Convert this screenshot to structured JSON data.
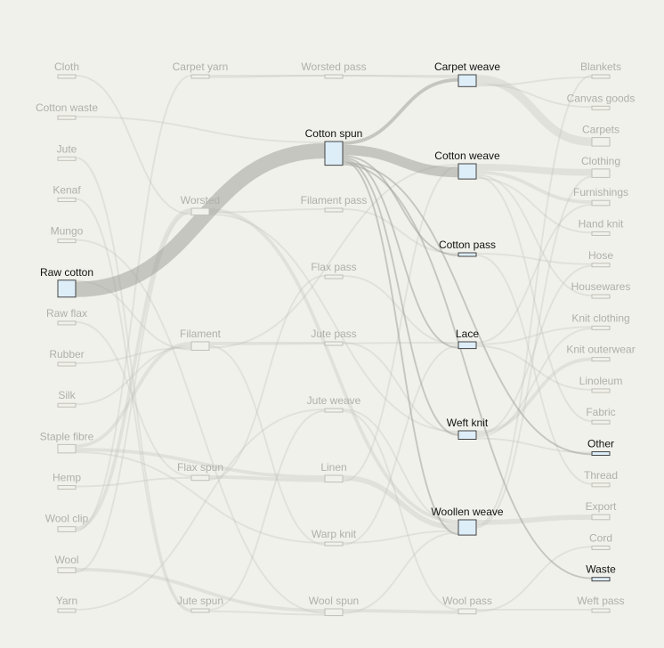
{
  "colors": {
    "background": "#f1f1eb",
    "link": "#c3c3bd",
    "link_highlight": "#a3a39d",
    "node_fill": "#ddeef9",
    "node_stroke": "#444444",
    "node_fill_dim": "#f1f1eb",
    "node_stroke_dim": "#c0c0b8",
    "label": "#111111",
    "label_dim": "#b0b0aa"
  },
  "nodes": [
    {
      "id": "cloth",
      "label": "Cloth",
      "col": 0,
      "highlight": false
    },
    {
      "id": "cotton_waste",
      "label": "Cotton waste",
      "col": 0,
      "highlight": false
    },
    {
      "id": "jute",
      "label": "Jute",
      "col": 0,
      "highlight": false
    },
    {
      "id": "kenaf",
      "label": "Kenaf",
      "col": 0,
      "highlight": false
    },
    {
      "id": "mungo",
      "label": "Mungo",
      "col": 0,
      "highlight": false
    },
    {
      "id": "raw_cotton",
      "label": "Raw cotton",
      "col": 0,
      "highlight": true
    },
    {
      "id": "raw_flax",
      "label": "Raw flax",
      "col": 0,
      "highlight": false
    },
    {
      "id": "rubber",
      "label": "Rubber",
      "col": 0,
      "highlight": false
    },
    {
      "id": "silk",
      "label": "Silk",
      "col": 0,
      "highlight": false
    },
    {
      "id": "staple_fibre",
      "label": "Staple fibre",
      "col": 0,
      "highlight": false
    },
    {
      "id": "hemp",
      "label": "Hemp",
      "col": 0,
      "highlight": false
    },
    {
      "id": "wool_clip",
      "label": "Wool clip",
      "col": 0,
      "highlight": false
    },
    {
      "id": "wool",
      "label": "Wool",
      "col": 0,
      "highlight": false
    },
    {
      "id": "yarn",
      "label": "Yarn",
      "col": 0,
      "highlight": false
    },
    {
      "id": "carpet_yarn",
      "label": "Carpet yarn",
      "col": 1,
      "highlight": false
    },
    {
      "id": "worsted",
      "label": "Worsted",
      "col": 1,
      "highlight": false
    },
    {
      "id": "filament",
      "label": "Filament",
      "col": 1,
      "highlight": false
    },
    {
      "id": "flax_spun",
      "label": "Flax spun",
      "col": 1,
      "highlight": false
    },
    {
      "id": "jute_spun",
      "label": "Jute spun",
      "col": 1,
      "highlight": false
    },
    {
      "id": "worsted_pass",
      "label": "Worsted pass",
      "col": 2,
      "highlight": false
    },
    {
      "id": "cotton_spun",
      "label": "Cotton spun",
      "col": 2,
      "highlight": true
    },
    {
      "id": "filament_pass",
      "label": "Filament pass",
      "col": 2,
      "highlight": false
    },
    {
      "id": "flax_pass",
      "label": "Flax pass",
      "col": 2,
      "highlight": false
    },
    {
      "id": "jute_pass",
      "label": "Jute pass",
      "col": 2,
      "highlight": false
    },
    {
      "id": "jute_weave",
      "label": "Jute weave",
      "col": 2,
      "highlight": false
    },
    {
      "id": "linen",
      "label": "Linen",
      "col": 2,
      "highlight": false
    },
    {
      "id": "warp_knit",
      "label": "Warp knit",
      "col": 2,
      "highlight": false
    },
    {
      "id": "wool_spun",
      "label": "Wool spun",
      "col": 2,
      "highlight": false
    },
    {
      "id": "carpet_weave",
      "label": "Carpet weave",
      "col": 3,
      "highlight": true
    },
    {
      "id": "cotton_weave",
      "label": "Cotton weave",
      "col": 3,
      "highlight": true
    },
    {
      "id": "cotton_pass",
      "label": "Cotton pass",
      "col": 3,
      "highlight": true
    },
    {
      "id": "lace",
      "label": "Lace",
      "col": 3,
      "highlight": true
    },
    {
      "id": "weft_knit",
      "label": "Weft knit",
      "col": 3,
      "highlight": true
    },
    {
      "id": "woollen_weave",
      "label": "Woollen weave",
      "col": 3,
      "highlight": true
    },
    {
      "id": "wool_pass",
      "label": "Wool pass",
      "col": 3,
      "highlight": false
    },
    {
      "id": "blankets",
      "label": "Blankets",
      "col": 4,
      "highlight": false
    },
    {
      "id": "canvas_goods",
      "label": "Canvas goods",
      "col": 4,
      "highlight": false
    },
    {
      "id": "carpets",
      "label": "Carpets",
      "col": 4,
      "highlight": false
    },
    {
      "id": "clothing",
      "label": "Clothing",
      "col": 4,
      "highlight": false
    },
    {
      "id": "furnishings",
      "label": "Furnishings",
      "col": 4,
      "highlight": false
    },
    {
      "id": "hand_knit",
      "label": "Hand knit",
      "col": 4,
      "highlight": false
    },
    {
      "id": "hose",
      "label": "Hose",
      "col": 4,
      "highlight": false
    },
    {
      "id": "housewares",
      "label": "Housewares",
      "col": 4,
      "highlight": false
    },
    {
      "id": "knit_clothing",
      "label": "Knit clothing",
      "col": 4,
      "highlight": false
    },
    {
      "id": "knit_outerwear",
      "label": "Knit outerwear",
      "col": 4,
      "highlight": false
    },
    {
      "id": "linoleum",
      "label": "Linoleum",
      "col": 4,
      "highlight": false
    },
    {
      "id": "fabric",
      "label": "Fabric",
      "col": 4,
      "highlight": false
    },
    {
      "id": "other",
      "label": "Other",
      "col": 4,
      "highlight": true
    },
    {
      "id": "thread",
      "label": "Thread",
      "col": 4,
      "highlight": false
    },
    {
      "id": "export",
      "label": "Export",
      "col": 4,
      "highlight": false
    },
    {
      "id": "cord",
      "label": "Cord",
      "col": 4,
      "highlight": false
    },
    {
      "id": "waste",
      "label": "Waste",
      "col": 4,
      "highlight": true
    },
    {
      "id": "weft_pass",
      "label": "Weft pass",
      "col": 4,
      "highlight": false
    }
  ],
  "links": [
    {
      "source": "raw_cotton",
      "target": "cotton_spun",
      "value": 9,
      "highlight": true
    },
    {
      "source": "cotton_spun",
      "target": "carpet_weave",
      "value": 2,
      "highlight": true
    },
    {
      "source": "cotton_spun",
      "target": "cotton_weave",
      "value": 6,
      "highlight": true
    },
    {
      "source": "cotton_spun",
      "target": "cotton_pass",
      "value": 1,
      "highlight": true
    },
    {
      "source": "cotton_spun",
      "target": "lace",
      "value": 1,
      "highlight": true
    },
    {
      "source": "cotton_spun",
      "target": "weft_knit",
      "value": 1,
      "highlight": true
    },
    {
      "source": "cotton_spun",
      "target": "woollen_weave",
      "value": 1,
      "highlight": true
    },
    {
      "source": "cotton_spun",
      "target": "other",
      "value": 1,
      "highlight": true
    },
    {
      "source": "cotton_spun",
      "target": "waste",
      "value": 1,
      "highlight": true
    },
    {
      "source": "carpet_weave",
      "target": "carpets",
      "value": 5,
      "highlight": false
    },
    {
      "source": "carpet_weave",
      "target": "canvas_goods",
      "value": 1,
      "highlight": false
    },
    {
      "source": "cotton_weave",
      "target": "clothing",
      "value": 4,
      "highlight": false
    },
    {
      "source": "cotton_weave",
      "target": "furnishings",
      "value": 2,
      "highlight": false
    },
    {
      "source": "cotton_weave",
      "target": "housewares",
      "value": 1,
      "highlight": false
    },
    {
      "source": "cotton_weave",
      "target": "fabric",
      "value": 1,
      "highlight": false
    },
    {
      "source": "cotton_pass",
      "target": "hose",
      "value": 1,
      "highlight": false
    },
    {
      "source": "cotton_pass",
      "target": "thread",
      "value": 1,
      "highlight": false
    },
    {
      "source": "lace",
      "target": "furnishings",
      "value": 1,
      "highlight": false
    },
    {
      "source": "lace",
      "target": "knit_clothing",
      "value": 1,
      "highlight": false
    },
    {
      "source": "weft_knit",
      "target": "knit_outerwear",
      "value": 2,
      "highlight": false
    },
    {
      "source": "weft_knit",
      "target": "hose",
      "value": 1,
      "highlight": false
    },
    {
      "source": "weft_knit",
      "target": "knit_clothing",
      "value": 1,
      "highlight": false
    },
    {
      "source": "woollen_weave",
      "target": "export",
      "value": 3,
      "highlight": false
    },
    {
      "source": "woollen_weave",
      "target": "blankets",
      "value": 1,
      "highlight": false
    },
    {
      "source": "woollen_weave",
      "target": "clothing",
      "value": 1,
      "highlight": false
    },
    {
      "source": "wool_pass",
      "target": "weft_pass",
      "value": 1,
      "highlight": false
    },
    {
      "source": "wool_pass",
      "target": "cord",
      "value": 1,
      "highlight": false
    },
    {
      "source": "wool_clip",
      "target": "worsted",
      "value": 2,
      "highlight": false
    },
    {
      "source": "wool_clip",
      "target": "carpet_yarn",
      "value": 1,
      "highlight": false
    },
    {
      "source": "wool",
      "target": "wool_spun",
      "value": 2,
      "highlight": false
    },
    {
      "source": "wool",
      "target": "worsted",
      "value": 1,
      "highlight": false
    },
    {
      "source": "staple_fibre",
      "target": "filament",
      "value": 2,
      "highlight": false
    },
    {
      "source": "staple_fibre",
      "target": "linen",
      "value": 2,
      "highlight": false
    },
    {
      "source": "staple_fibre",
      "target": "warp_knit",
      "value": 1,
      "highlight": false
    },
    {
      "source": "jute",
      "target": "jute_spun",
      "value": 1,
      "highlight": false
    },
    {
      "source": "kenaf",
      "target": "jute_spun",
      "value": 1,
      "highlight": false
    },
    {
      "source": "raw_flax",
      "target": "flax_spun",
      "value": 1,
      "highlight": false
    },
    {
      "source": "hemp",
      "target": "flax_spun",
      "value": 1,
      "highlight": false
    },
    {
      "source": "silk",
      "target": "filament",
      "value": 1,
      "highlight": false
    },
    {
      "source": "rubber",
      "target": "filament",
      "value": 1,
      "highlight": false
    },
    {
      "source": "cloth",
      "target": "worsted",
      "value": 1,
      "highlight": false
    },
    {
      "source": "cotton_waste",
      "target": "cotton_spun",
      "value": 1,
      "highlight": false
    },
    {
      "source": "mungo",
      "target": "wool_spun",
      "value": 1,
      "highlight": false
    },
    {
      "source": "yarn",
      "target": "jute_weave",
      "value": 1,
      "highlight": false
    },
    {
      "source": "raw_cotton",
      "target": "filament",
      "value": 1,
      "highlight": false
    },
    {
      "source": "carpet_yarn",
      "target": "carpet_weave",
      "value": 1,
      "highlight": false
    },
    {
      "source": "carpet_yarn",
      "target": "worsted_pass",
      "value": 1,
      "highlight": false
    },
    {
      "source": "worsted",
      "target": "woollen_weave",
      "value": 2,
      "highlight": false
    },
    {
      "source": "worsted",
      "target": "filament_pass",
      "value": 1,
      "highlight": false
    },
    {
      "source": "worsted",
      "target": "weft_knit",
      "value": 1,
      "highlight": false
    },
    {
      "source": "filament",
      "target": "jute_pass",
      "value": 1,
      "highlight": false
    },
    {
      "source": "filament",
      "target": "lace",
      "value": 1,
      "highlight": false
    },
    {
      "source": "filament",
      "target": "warp_knit",
      "value": 1,
      "highlight": false
    },
    {
      "source": "filament",
      "target": "cotton_weave",
      "value": 1,
      "highlight": false
    },
    {
      "source": "flax_spun",
      "target": "linen",
      "value": 2,
      "highlight": false
    },
    {
      "source": "flax_spun",
      "target": "flax_pass",
      "value": 1,
      "highlight": false
    },
    {
      "source": "jute_spun",
      "target": "jute_weave",
      "value": 1,
      "highlight": false
    },
    {
      "source": "jute_spun",
      "target": "wool_spun",
      "value": 1,
      "highlight": false
    },
    {
      "source": "worsted_pass",
      "target": "carpet_weave",
      "value": 1,
      "highlight": false
    },
    {
      "source": "filament_pass",
      "target": "cotton_pass",
      "value": 1,
      "highlight": false
    },
    {
      "source": "flax_pass",
      "target": "lace",
      "value": 1,
      "highlight": false
    },
    {
      "source": "jute_pass",
      "target": "weft_knit",
      "value": 1,
      "highlight": false
    },
    {
      "source": "jute_weave",
      "target": "woollen_weave",
      "value": 1,
      "highlight": false
    },
    {
      "source": "jute_weave",
      "target": "wool_pass",
      "value": 1,
      "highlight": false
    },
    {
      "source": "linen",
      "target": "woollen_weave",
      "value": 3,
      "highlight": false
    },
    {
      "source": "linen",
      "target": "cotton_weave",
      "value": 1,
      "highlight": false
    },
    {
      "source": "warp_knit",
      "target": "woollen_weave",
      "value": 1,
      "highlight": false
    },
    {
      "source": "warp_knit",
      "target": "lace",
      "value": 1,
      "highlight": false
    },
    {
      "source": "wool_spun",
      "target": "wool_pass",
      "value": 2,
      "highlight": false
    },
    {
      "source": "wool_spun",
      "target": "woollen_weave",
      "value": 1,
      "highlight": false
    },
    {
      "source": "lace",
      "target": "linoleum",
      "value": 1,
      "highlight": false
    },
    {
      "source": "cotton_weave",
      "target": "hand_knit",
      "value": 1,
      "highlight": false
    },
    {
      "source": "weft_knit",
      "target": "other",
      "value": 1,
      "highlight": false
    },
    {
      "source": "carpet_weave",
      "target": "blankets",
      "value": 1,
      "highlight": false
    }
  ]
}
